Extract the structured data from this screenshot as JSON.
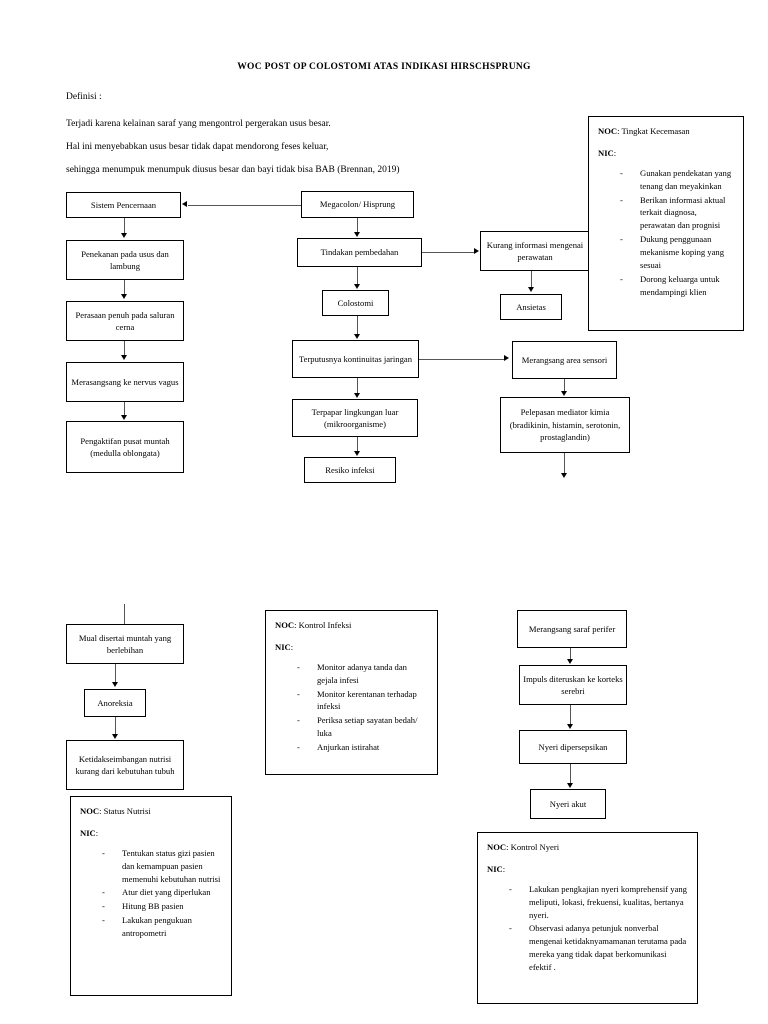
{
  "document": {
    "title": "WOC POST OP COLOSTOMI ATAS INDIKASI HIRSCHSPRUNG",
    "definition_heading": "Definisi :",
    "definition_lines": [
      "Terjadi karena kelainan saraf yang mengontrol pergerakan usus besar.",
      "Hal ini menyebabkan usus besar tidak dapat mendorong feses keluar,",
      "sehingga menumpuk menumpuk diusus besar dan bayi tidak bisa BAB (Brennan, 2019)"
    ]
  },
  "flow": {
    "left_column": [
      {
        "id": "sistem-pencernaan",
        "label": "Sistem Pencernaan"
      },
      {
        "id": "penekanan-usus",
        "label": "Penekanan pada usus dan lambung"
      },
      {
        "id": "perasaan-penuh",
        "label": "Perasaan penuh pada saluran cerna"
      },
      {
        "id": "merangsang-nervus-vagus",
        "label": "Merasangsang ke nervus vagus"
      },
      {
        "id": "pengaktifan-pusat-muntah",
        "label": "Pengaktifan pusat muntah (medulla oblongata)"
      }
    ],
    "middle_column": [
      {
        "id": "megacolon",
        "label": "Megacolon/ Hisprung"
      },
      {
        "id": "tindakan-pembedahan",
        "label": "Tindakan pembedahan"
      },
      {
        "id": "colostomi",
        "label": "Colostomi"
      },
      {
        "id": "terputusnya-kontinuitas",
        "label": "Terputusnya kontinuitas jaringan"
      },
      {
        "id": "terpapar-lingkungan",
        "label": "Terpapar lingkungan luar (mikroorganisme)"
      },
      {
        "id": "resiko-infeksi",
        "label": "Resiko infeksi"
      }
    ],
    "right_column": [
      {
        "id": "kurang-informasi",
        "label": "Kurang informasi mengenai perawatan"
      },
      {
        "id": "ansietas",
        "label": "Ansietas"
      },
      {
        "id": "merangsang-area-sensori",
        "label": "Merangsang area sensori"
      },
      {
        "id": "pelepasan-mediator",
        "label": "Pelepasan mediator kimia (bradikinin, histamin, serotonin, prostaglandin)"
      }
    ],
    "lower_left_column": [
      {
        "id": "mual-muntah",
        "label": "Mual disertai muntah yang berlebihan"
      },
      {
        "id": "anoreksia",
        "label": "Anoreksia"
      },
      {
        "id": "ketidakseimbangan-nutrisi",
        "label": "Ketidakseimbangan nutrisi kurang dari kebutuhan tubuh"
      }
    ],
    "lower_right_column": [
      {
        "id": "merangsang-saraf-perifer",
        "label": "Merangsang saraf perifer"
      },
      {
        "id": "impuls-korteks",
        "label": "Impuls diteruskan ke korteks serebri"
      },
      {
        "id": "nyeri-dipersepsikan",
        "label": "Nyeri dipersepsikan"
      },
      {
        "id": "nyeri-akut",
        "label": "Nyeri akut"
      }
    ]
  },
  "panels": {
    "anxiety": {
      "noc_label": "NOC",
      "noc_value": ": Tingkat Kecemasan",
      "nic_label": "NIC",
      "nic_value": ":",
      "interventions": [
        "Gunakan pendekatan yang tenang dan meyakinkan",
        "Berikan informasi aktual terkait diagnosa, perawatan dan prognisi",
        "Dukung penggunaan mekanisme koping yang sesuai",
        "Dorong keluarga untuk mendampingi klien"
      ]
    },
    "infection": {
      "noc_label": "NOC",
      "noc_value": ": Kontrol Infeksi",
      "nic_label": "NIC",
      "nic_value": ":",
      "interventions": [
        "Monitor adanya tanda dan gejala infesi",
        "Monitor kerentanan terhadap infeksi",
        "Periksa setiap sayatan bedah/ luka",
        "Anjurkan istirahat"
      ]
    },
    "nutrition": {
      "noc_label": "NOC",
      "noc_value": ": Status Nutrisi",
      "nic_label": "NIC",
      "nic_value": ":",
      "interventions": [
        "Tentukan status gizi pasien dan kemampuan pasien memenuhi kebutuhan nutrisi",
        "Atur diet yang diperlukan",
        "Hitung BB pasien",
        "Lakukan pengukuan antropometri"
      ]
    },
    "pain": {
      "noc_label": "NOC",
      "noc_value": ": Kontrol Nyeri",
      "nic_label": "NIC",
      "nic_value": ":",
      "interventions": [
        "Lakukan pengkajian nyeri komprehensif yang meliputi, lokasi, frekuensi, kualitas, bertanya nyeri.",
        "Observasi adanya petunjuk nonverbal mengenai ketidaknyamamanan terutama pada mereka yang tidak dapat berkomunikasi efektif ."
      ]
    }
  },
  "colors": {
    "ink": "#000000",
    "connector": "#555555",
    "page": "#ffffff"
  }
}
